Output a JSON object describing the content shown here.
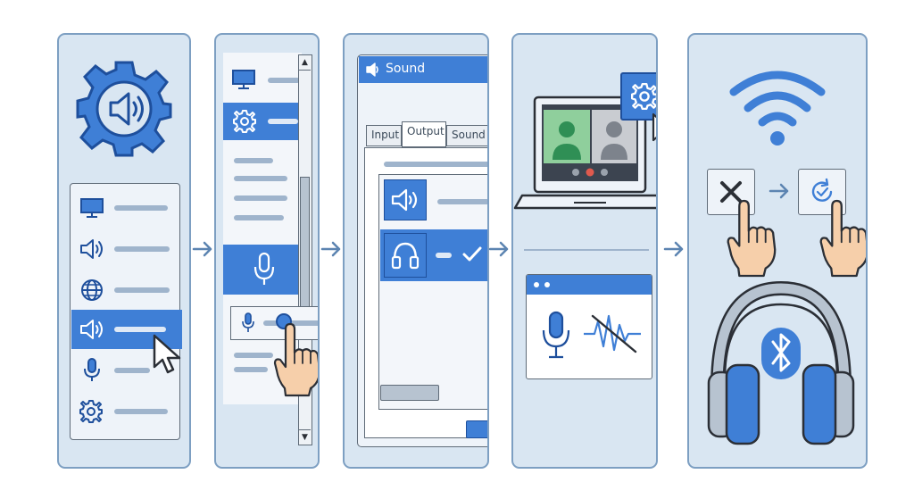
{
  "colors": {
    "panel_bg": "#d9e6f2",
    "panel_border": "#7d9fc2",
    "accent_blue": "#3f7fd6",
    "dark_blue": "#1e4f9c",
    "line_gray": "#9fb4cc",
    "skin": "#f6cfaa"
  },
  "sound_dialog": {
    "title": "Sound",
    "tabs": [
      "Input",
      "Output",
      "Sound E"
    ],
    "active_tab": "Output"
  },
  "icons": {
    "step1": [
      "gear-speaker-icon",
      "monitor-icon",
      "speaker-icon",
      "globe-icon",
      "speaker-icon",
      "microphone-icon",
      "gear-icon",
      "cursor-icon"
    ],
    "step2": [
      "monitor-icon",
      "gear-icon",
      "microphone-icon",
      "pointing-hand-icon"
    ],
    "step3": [
      "speaker-icon",
      "headphones-icon",
      "checkmark-icon"
    ],
    "step4": [
      "laptop-icon",
      "gear-icon",
      "cursor-icon",
      "microphone-icon",
      "waveform-icon"
    ],
    "step5": [
      "wifi-icon",
      "close-icon",
      "arrow-right-icon",
      "refresh-icon",
      "pointing-hand-icon",
      "bluetooth-headphones-icon"
    ]
  }
}
